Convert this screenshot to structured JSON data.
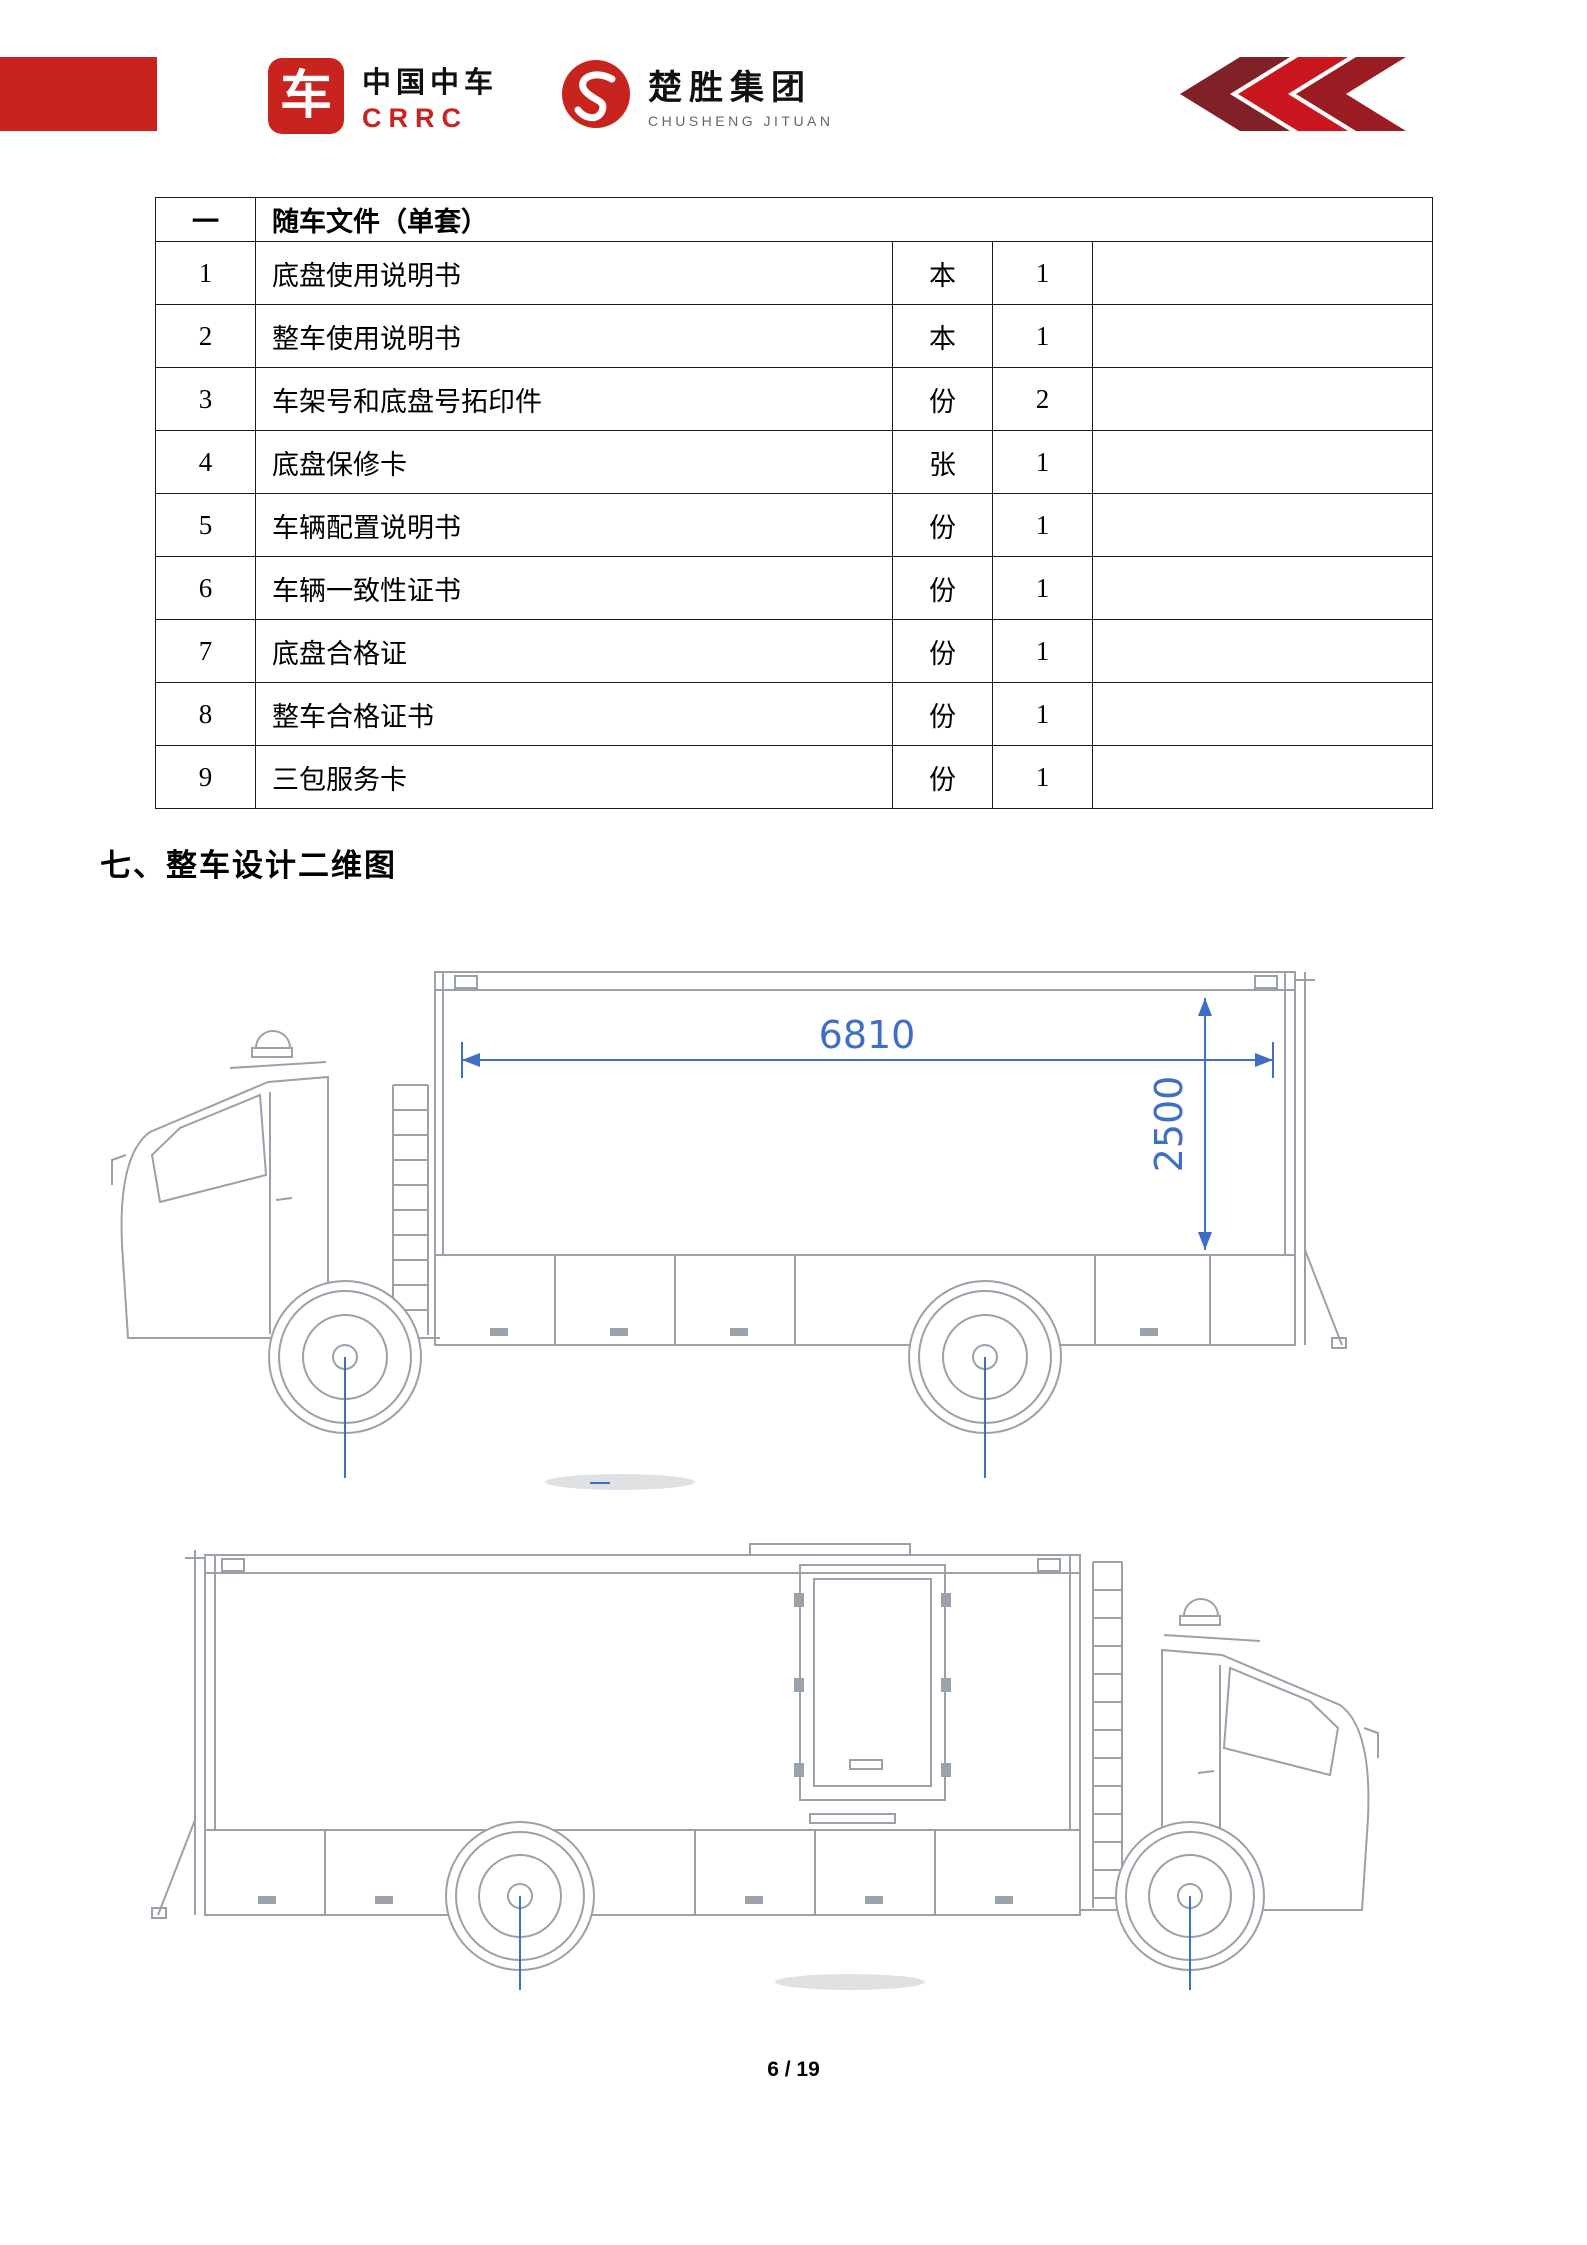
{
  "header": {
    "crrc": {
      "icon_char": "车",
      "name_cn": "中国中车",
      "name_en": "CRRC"
    },
    "chusheng": {
      "name_cn": "楚胜集团",
      "name_en": "CHUSHENG JITUAN"
    },
    "colors": {
      "brand_red": "#c9231f",
      "dark_red": "#7f2127"
    }
  },
  "table": {
    "header": {
      "index": "一",
      "title": "随车文件（单套）"
    },
    "rows": [
      {
        "no": "1",
        "name": "底盘使用说明书",
        "unit": "本",
        "qty": "1"
      },
      {
        "no": "2",
        "name": "整车使用说明书",
        "unit": "本",
        "qty": "1"
      },
      {
        "no": "3",
        "name": "车架号和底盘号拓印件",
        "unit": "份",
        "qty": "2"
      },
      {
        "no": "4",
        "name": "底盘保修卡",
        "unit": "张",
        "qty": "1"
      },
      {
        "no": "5",
        "name": "车辆配置说明书",
        "unit": "份",
        "qty": "1"
      },
      {
        "no": "6",
        "name": "车辆一致性证书",
        "unit": "份",
        "qty": "1"
      },
      {
        "no": "7",
        "name": "底盘合格证",
        "unit": "份",
        "qty": "1"
      },
      {
        "no": "8",
        "name": "整车合格证书",
        "unit": "份",
        "qty": "1"
      },
      {
        "no": "9",
        "name": "三包服务卡",
        "unit": "份",
        "qty": "1"
      }
    ]
  },
  "section_heading": "七、整车设计二维图",
  "drawings": {
    "side_view_right": {
      "dim_length": "6810",
      "dim_height": "2500"
    },
    "colors": {
      "line_gray": "#9aa1a8",
      "dim_blue": "#3f6ec6"
    }
  },
  "footer": {
    "page_indicator": "6 / 19"
  }
}
